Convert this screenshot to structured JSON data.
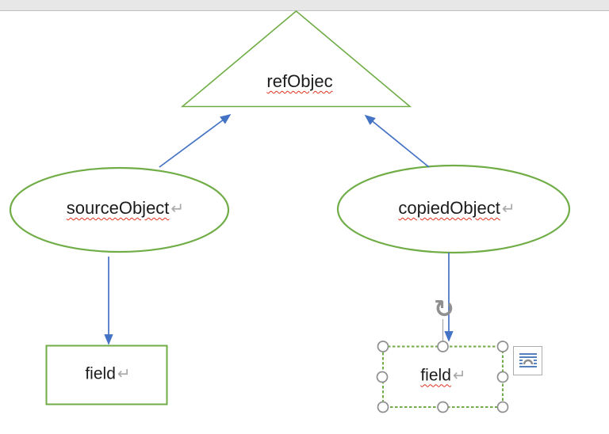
{
  "document": {
    "app_context": "word-processor drawing canvas",
    "top_margin_bar": true
  },
  "colors": {
    "shape_stroke_green": "#70AD47",
    "connector_blue": "#4472C4",
    "selection_handle_gray": "#8f8f8f",
    "spellcheck_red": "#e0301e",
    "return_mark_gray": "#a9a9a9",
    "top_bar_bg": "#e7e7e7",
    "top_bar_border": "#c0c0c0"
  },
  "shapes": {
    "triangle": {
      "type": "isosceles-triangle",
      "label": "refObjec",
      "misspelled": true
    },
    "source_ellipse": {
      "type": "ellipse",
      "label": "sourceObject",
      "return_mark": "↵",
      "misspelled": true
    },
    "copied_ellipse": {
      "type": "ellipse",
      "label": "copiedObject",
      "return_mark": "↵",
      "misspelled": true
    },
    "field_left_rect": {
      "type": "rectangle",
      "label": "field",
      "return_mark": "↵",
      "misspelled": false
    },
    "field_right_rect": {
      "type": "rectangle",
      "label": "field",
      "return_mark": "↵",
      "misspelled": true,
      "selected": true
    }
  },
  "connectors": [
    {
      "from": "sourceObject",
      "to": "refObjec",
      "style": "straight-line-arrow"
    },
    {
      "from": "copiedObject",
      "to": "refObjec",
      "style": "straight-line-arrow"
    },
    {
      "from": "sourceObject",
      "to": "field (left)",
      "style": "straight-line-arrow"
    },
    {
      "from": "copiedObject",
      "to": "field (right)",
      "style": "straight-line-arrow"
    }
  ],
  "selection": {
    "target": "field_right_rect",
    "handle_count": 8,
    "rotation_glyph": "↻",
    "layout_options_icon": "in-line-with-text"
  }
}
